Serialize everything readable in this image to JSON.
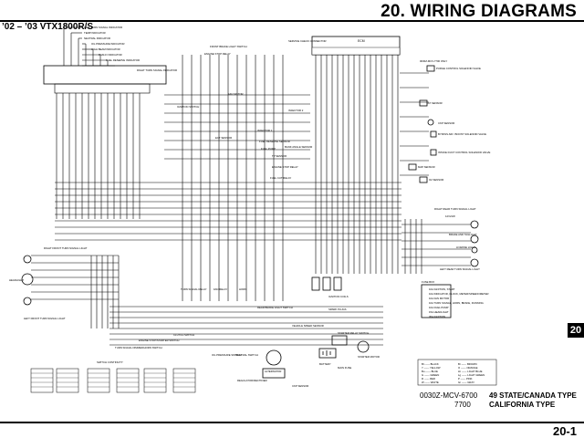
{
  "header": {
    "chapter_title": "20. WIRING DIAGRAMS",
    "model": "’02 – ’03 VTX1800R/S"
  },
  "footer": {
    "page_number": "20-1",
    "section_tab": "20",
    "diagram_codes": [
      {
        "code": "0030Z-MCV-6700",
        "type": "49 STATE/CANADA TYPE"
      },
      {
        "code": "7700",
        "type": "CALIFORNIA TYPE"
      }
    ]
  },
  "diagram_labels": {
    "indicators": [
      "LEFT TURN SIGNAL INDICATOR",
      "TEMP INDICATOR",
      "NEUTRAL INDICATOR",
      "OIL PRESSURE INDICATOR",
      "HIGH BEAM INDICATOR",
      "PGM-FI INDICATOR",
      "FUEL RESERVE INDICATOR",
      "RIGHT TURN SIGNAL INDICATOR"
    ],
    "ignition_switch": "IGNITION SWITCH",
    "front_brake_light_switch": "FRONT BRAKE LIGHT SWITCH",
    "engine_stop_relay": "ENGINE STOP RELAY",
    "fan_motor": "FAN MOTOR",
    "injectors": [
      "INJECTOR 1",
      "INJECTOR 2"
    ],
    "ect_sensor": "ECT SENSOR",
    "fuel_reserve_sensor": "FUEL RESERVE SENSOR",
    "fuel_pump": "FUEL PUMP",
    "tp_sensor": "TP SENSOR",
    "bank_angle_sensor": "BANK ANGLE SENSOR",
    "engine_stop_relay_2": "ENGINE STOP RELAY",
    "fuel_cut_relay": "FUEL CUT RELAY",
    "service_check_connector": "SERVICE CHECK CONNECTOR",
    "ecm": "ECM",
    "ecm_note": "0030Z-MCV-7700 ONLY",
    "purge_valve": "PURGE CONTROL SOLENOID VALVE",
    "iat_sensor": "IAT SENSOR",
    "ckp_sensor": "CKP SENSOR",
    "bypass_valve": "BYPASS AIR / BOOST SOLENOID VALVE",
    "intake_air_valve": "INTAKE DUCT CONTROL SOLENOID VALVE",
    "map_sensor": "MAP SENSOR",
    "o2_sensor": "O2 SENSOR",
    "right_rear_turn": "RIGHT REAR TURN SIGNAL LIGHT",
    "bulb_12v21w": "12V21W",
    "brake_tail": "BRAKE AND TAILLIGHT",
    "license_light": "LICENSE LIGHT",
    "left_rear_turn": "LEFT REAR TURN SIGNAL LIGHT",
    "right_front_turn": "RIGHT FRONT TURN SIGNAL LIGHT",
    "headlight": "HEADLIGHT",
    "left_front_turn": "LEFT FRONT TURN SIGNAL LIGHT",
    "fuses": [
      "FUSE BOX",
      "10A IGNITION, START",
      "10A INDICATOR, CLOCK, METER/SPEEDOMETER",
      "10A FAN MOTOR",
      "10A TURN SIGNAL, HORN, BRAKE, RUNNING",
      "10A FUEL PUMP",
      "15A HEADLIGHT",
      "30A IGNITION"
    ],
    "turn_signal_relay": "TURN SIGNAL RELAY",
    "fan_relay": "FAN RELAY",
    "horn": "HORN",
    "rear_brake_switch": "REAR BRAKE LIGHT SWITCH",
    "ignition_coils": "IGNITION COILS",
    "spark_plugs": "SPARK PLUGS",
    "vs_sensor": "VEHICLE SPEED SENSOR",
    "clutch_switch": "CLUTCH SWITCH",
    "starter_relay": "STARTER RELAY SWITCH",
    "starter_motor": "STARTER MOTOR",
    "main_fuse": "MAIN FUSE",
    "battery": "BATTERY",
    "alternator": "ALTERNATOR",
    "regulator": "REGULATOR/RECTIFIER",
    "neutral_switch": "NEUTRAL SWITCH",
    "oil_pressure_switch": "OIL PRESSURE SWITCH",
    "ckp_bottom": "CKP SENSOR",
    "dimmer_switch": "TURN SIGNAL DIMMER/HORN SWITCH",
    "starter_switch": "ENGINE STOP/STARTER SWITCH",
    "switch_continuity": "SWITCH CONTINUITY",
    "wire_colors": [
      "Bl ------ BLACK",
      "Y ------ YELLOW",
      "Bu ------ BLUE",
      "G ------ GREEN",
      "R ------ RED",
      "W ------ WHITE",
      "Br ------ BROWN",
      "O ------ ORANGE",
      "Lb ------ LIGHT BLUE",
      "Lg ------ LIGHT GREEN",
      "P ------ PINK",
      "Gr ------ GRAY"
    ]
  }
}
